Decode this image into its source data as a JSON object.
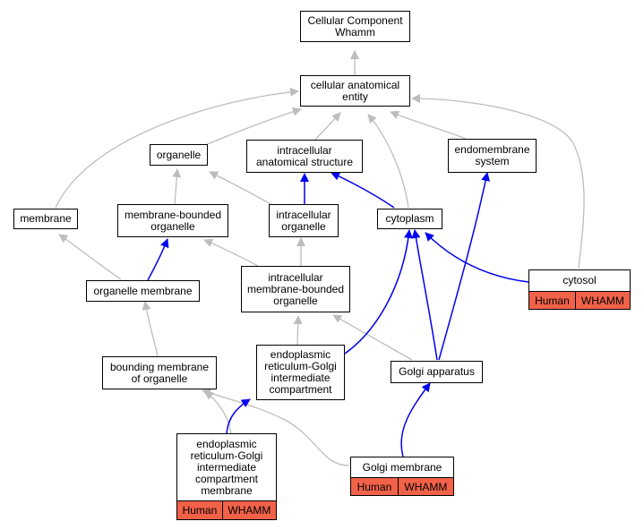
{
  "colors": {
    "is_a_edge": "#bdbdbd",
    "part_of_edge": "#0000ee",
    "annotation_fill": "#f26249",
    "node_border": "#000000"
  },
  "nodes": {
    "cellular_component_whamm": "Cellular Component\nWhamm",
    "cellular_anatomical_entity": "cellular anatomical\nentity",
    "organelle": "organelle",
    "intracellular_anatomical_structure": "intracellular\nanatomical structure",
    "endomembrane_system": "endomembrane\nsystem",
    "membrane": "membrane",
    "membrane_bounded_organelle": "membrane-bounded\norganelle",
    "intracellular_organelle": "intracellular\norganelle",
    "cytoplasm": "cytoplasm",
    "cytosol": "cytosol",
    "organelle_membrane": "organelle membrane",
    "intracellular_membrane_bounded_organelle": "intracellular\nmembrane-bounded\norganelle",
    "bounding_membrane_of_organelle": "bounding membrane\nof organelle",
    "er_golgi_intermediate_compartment": "endoplasmic\nreticulum-Golgi\nintermediate\ncompartment",
    "golgi_apparatus": "Golgi apparatus",
    "er_golgi_intermediate_compartment_membrane": "endoplasmic\nreticulum-Golgi\nintermediate\ncompartment\nmembrane",
    "golgi_membrane": "Golgi membrane"
  },
  "annotations": {
    "cytosol": [
      "Human",
      "WHAMM"
    ],
    "golgi_membrane": [
      "Human",
      "WHAMM"
    ],
    "er_golgi_intermediate_compartment_membrane": [
      "Human",
      "WHAMM"
    ]
  }
}
